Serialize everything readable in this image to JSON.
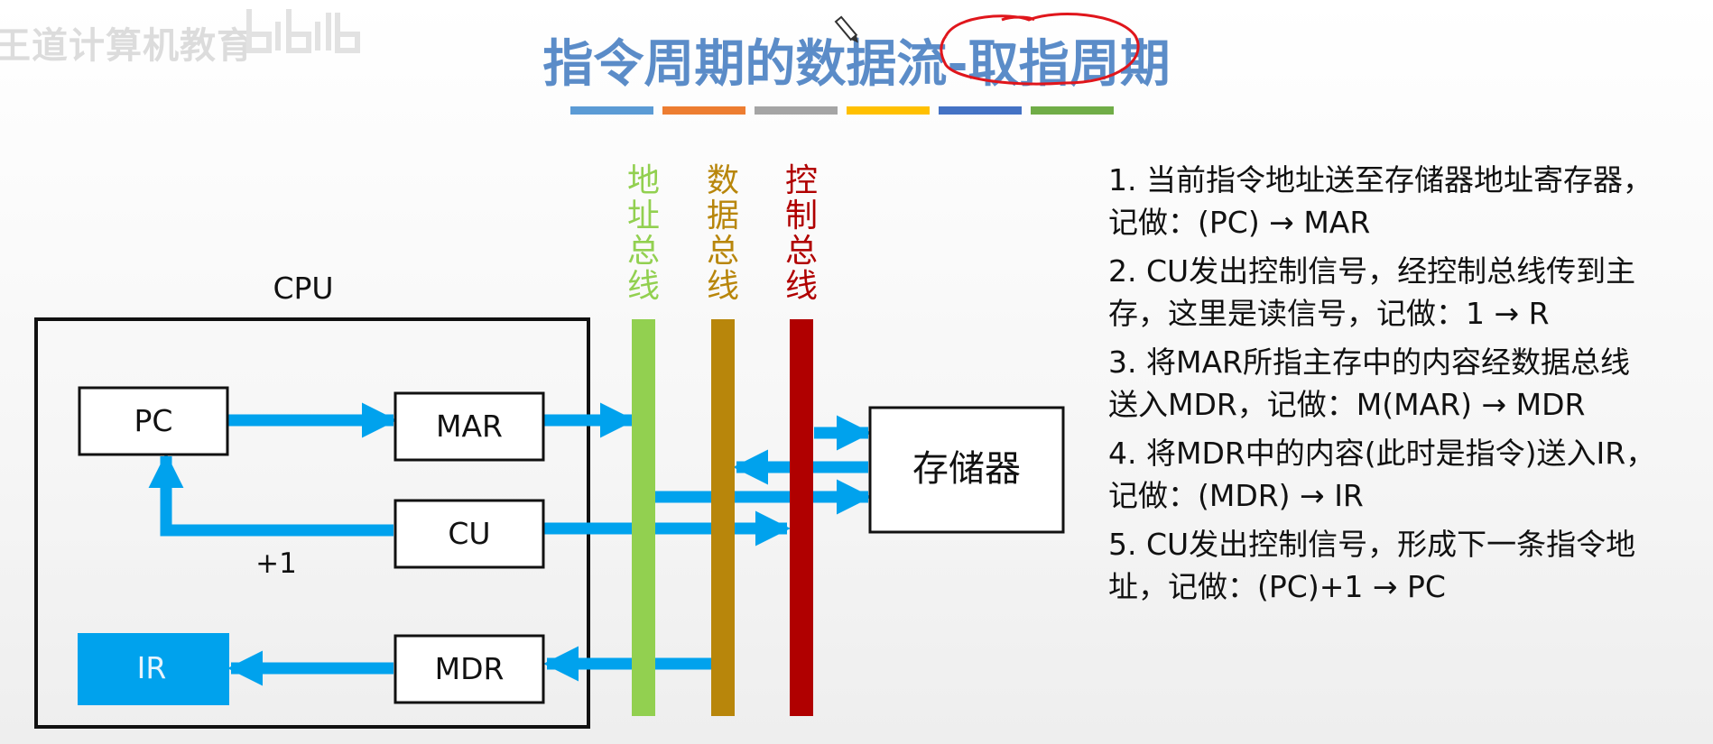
{
  "watermark": {
    "text": "王道计算机教育"
  },
  "title": {
    "main": "指令周期的数据流-",
    "highlight": "取指周期"
  },
  "title_underline_colors": [
    "#5b9bd5",
    "#ed7d31",
    "#a5a5a5",
    "#ffc000",
    "#4472c4",
    "#70ad47"
  ],
  "diagram": {
    "cpu_label": "CPU",
    "registers": {
      "pc": "PC",
      "mar": "MAR",
      "cu": "CU",
      "ir": "IR",
      "mdr": "MDR"
    },
    "increment_label": "+1",
    "memory": "存储器",
    "buses": [
      {
        "label": [
          "地",
          "址",
          "总",
          "线"
        ],
        "color": "#92d050",
        "text_color": "#92d050"
      },
      {
        "label": [
          "数",
          "据",
          "总",
          "线"
        ],
        "color": "#b8860b",
        "text_color": "#b8860b"
      },
      {
        "label": [
          "控",
          "制",
          "总",
          "线"
        ],
        "color": "#b00000",
        "text_color": "#b00000"
      }
    ],
    "arrow_color": "#00a2ed",
    "ir_fill": "#00a2ed",
    "annotation_color": "#e0161c"
  },
  "steps": [
    {
      "lines": [
        "1. 当前指令地址送至存储器地址寄存器，",
        "记做：(PC) → MAR"
      ]
    },
    {
      "lines": [
        "2. CU发出控制信号，经控制总线传到主",
        "存，这里是读信号，记做：1 → R"
      ]
    },
    {
      "lines": [
        "3. 将MAR所指主存中的内容经数据总线",
        "送入MDR，记做：M(MAR) → MDR"
      ]
    },
    {
      "lines": [
        "4. 将MDR中的内容(此时是指令)送入IR，",
        "记做：(MDR) → IR"
      ]
    },
    {
      "lines": [
        "5. CU发出控制信号，形成下一条指令地",
        "址，记做：(PC)+1 → PC"
      ]
    }
  ]
}
